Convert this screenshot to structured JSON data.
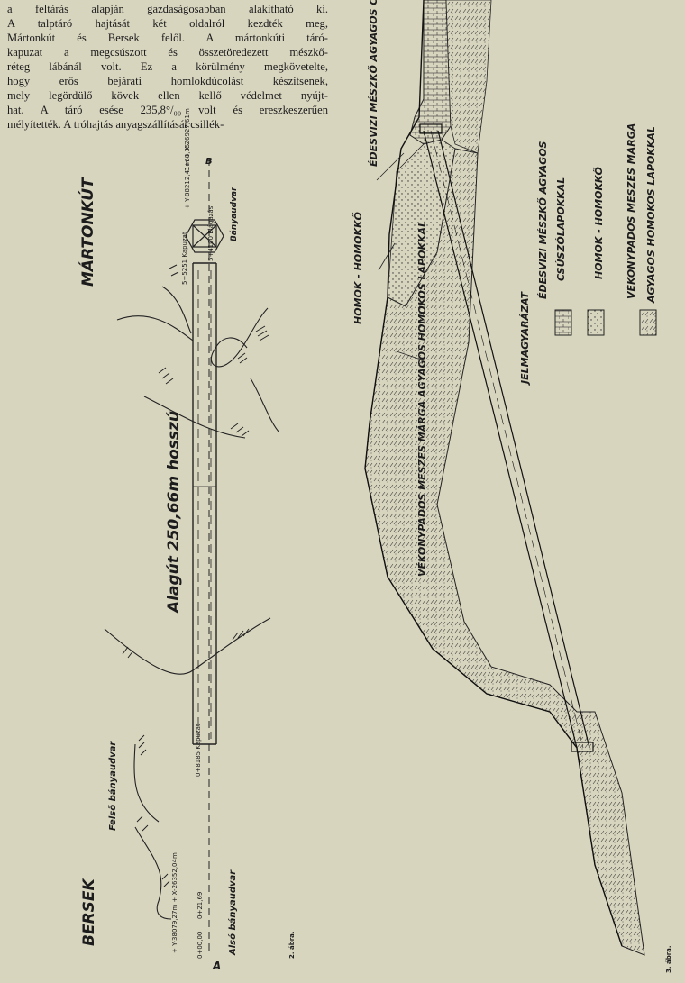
{
  "paragraph_lines": [
    "a feltárás alapján gazdaságosabban alakítható ki.",
    "A talptáró hajtását két oldalról kezdték meg,",
    "Mártonkút és Bersek felől. A mártonkúti táró-",
    "kapuzat a megcsúszott és összetöredezett mészkő-",
    "réteg lábánál volt. Ez a körülmény megkövetelte,",
    "hogy erős bejárati homlokdúcolást készítsenek,",
    "mely legördülő kövek ellen kellő védelmet nyújt-",
    "hat. A táró esése 235,8°/₀₀ volt és ereszkeszerűen",
    "mélyítették. A tróhajtás anyagszállítását csillék-"
  ],
  "plan_figure": {
    "place_top": "MÁRTONKÚT",
    "place_bottom": "BERSEK",
    "tunnel_label": "Alagút 250,66m hosszú",
    "upper_mine_label": "Felső bányaudvar",
    "lower_mine_label": "Alsó bányaudvar",
    "portal_top_label": "5+5251 Kapuzat",
    "portal_bottom_label": "0+8185 Kapuzat",
    "station_top_label": "5+4100 Elágazás",
    "mine_yard_label": "Bányaudvar",
    "coord_top": "+ Y-88212,41m  + X-26927,61m",
    "coord_bottom": "+ Y-38079,27m  + X-26352,04m",
    "chain_top": "3+68,35",
    "chain_bottom_a": "0+00,00",
    "chain_bottom_b": "0+21,69",
    "point_top": "B",
    "point_bottom": "A",
    "caption": "2. ábra."
  },
  "section_figure": {
    "layer_top_label": "ÉDESVIZI MÉSZKŐ AGYAGOS CSÚSZÓLAPOKKAL",
    "layer_mid_label": "HOMOK - HOMOKKŐ",
    "layer_bottom_label": "VÉKONYPADOS MESZES MÁRGA AGYAGOS HOMOKOS LAPOKKAL",
    "legend_title": "JELMAGYARÁZAT",
    "legend": [
      {
        "line1": "ÉDESVIZI MÉSZKŐ AGYAGOS",
        "line2": "CSÚSZÓLAPOKKAL"
      },
      {
        "line1": "HOMOK - HOMOKKŐ",
        "line2": ""
      },
      {
        "line1": "VÉKONYPADOS MESZES MÁRGA",
        "line2": "AGYAGOS HOMOKOS LAPOKKAL"
      }
    ],
    "caption": "3. ábra."
  }
}
